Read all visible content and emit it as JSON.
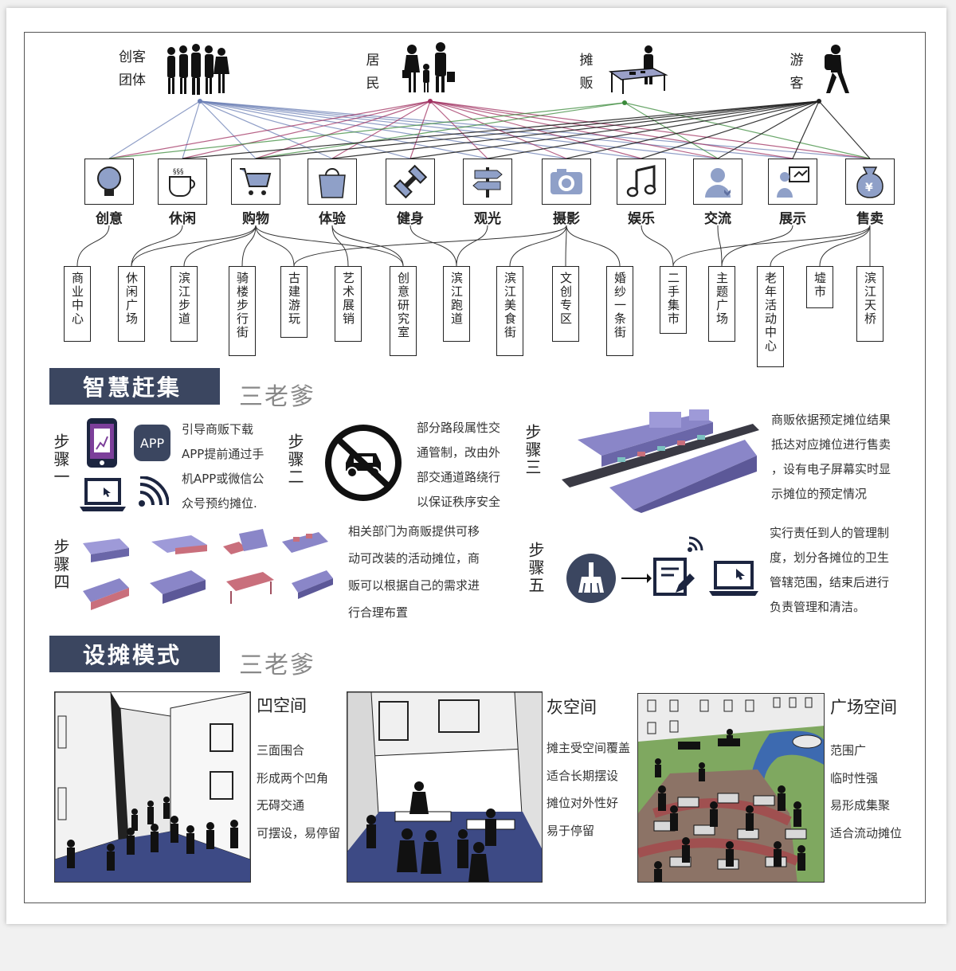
{
  "groups": [
    {
      "id": "makers",
      "label": "创客\n团体",
      "color": "#6b7fb5"
    },
    {
      "id": "residents",
      "label": "居\n民",
      "color": "#a03060"
    },
    {
      "id": "vendors",
      "label": "摊\n贩",
      "color": "#3a8a3a"
    },
    {
      "id": "tourists",
      "label": "游\n客",
      "color": "#222222"
    }
  ],
  "activities": [
    "创意",
    "休闲",
    "购物",
    "体验",
    "健身",
    "观光",
    "摄影",
    "娱乐",
    "交流",
    "展示",
    "售卖"
  ],
  "places": [
    "商业中心",
    "休闲广场",
    "滨江步道",
    "骑楼步行街",
    "古建游玩",
    "艺术展销",
    "创意研究室",
    "滨江跑道",
    "滨江美食街",
    "文创专区",
    "婚纱一条街",
    "二手集市",
    "主题广场",
    "老年活动中心",
    "墟市",
    "滨江天桥"
  ],
  "smart": {
    "banner": "智慧赶集",
    "brand": "三老爹",
    "steps": [
      {
        "label": "步骤一",
        "text": [
          "引导商贩下载",
          "APP提前通过手",
          "机APP或微信公",
          "众号预约摊位."
        ],
        "app_label": "APP"
      },
      {
        "label": "步骤二",
        "text": [
          "部分路段属性交",
          "通管制，改由外",
          "部交通道路绕行",
          "以保证秩序安全"
        ]
      },
      {
        "label": "步骤三",
        "text": [
          "商贩依据预定摊位结果",
          "抵达对应摊位进行售卖",
          "，设有电子屏幕实时显",
          "示摊位的预定情况"
        ]
      },
      {
        "label": "步骤四",
        "text": [
          "相关部门为商贩提供可移",
          "动可改装的活动摊位，商",
          "贩可以根据自己的需求进",
          "行合理布置"
        ]
      },
      {
        "label": "步骤五",
        "text": [
          "实行责任到人的管理制",
          "度，划分各摊位的卫生",
          "管辖范围，结束后进行",
          "负责管理和清洁。"
        ]
      }
    ]
  },
  "stall": {
    "banner": "设摊模式",
    "brand": "三老爹",
    "modes": [
      {
        "title": "凹空间",
        "features": [
          "三面围合",
          "形成两个凹角",
          "无碍交通",
          "可摆设，易停留"
        ]
      },
      {
        "title": "灰空间",
        "features": [
          "摊主受空间覆盖",
          "适合长期摆设",
          "摊位对外性好",
          "易于停留"
        ]
      },
      {
        "title": "广场空间",
        "features": [
          "范围广",
          "临时性强",
          "易形成集聚",
          "适合流动摊位"
        ]
      }
    ]
  },
  "colors": {
    "banner": "#3b4660",
    "accent": "#8a86c8",
    "stall": "#c96f7c",
    "ground": "#3d4a85"
  }
}
